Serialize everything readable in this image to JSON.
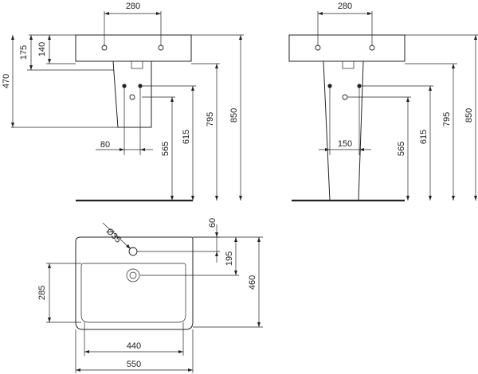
{
  "dimensions": {
    "side_view_left": {
      "top_width": "280",
      "d140": "140",
      "d175": "175",
      "d470": "470",
      "d80": "80",
      "d565": "565",
      "d615": "615",
      "d795": "795",
      "d850": "850"
    },
    "front_view_right": {
      "top_width": "280",
      "d150": "150",
      "d565": "565",
      "d615": "615",
      "d795": "795",
      "d850": "850"
    },
    "plan_view": {
      "d60": "60",
      "hole_diameter": "Ø35",
      "d195": "195",
      "d285": "285",
      "d460": "460",
      "d440": "440",
      "d550": "550"
    }
  }
}
